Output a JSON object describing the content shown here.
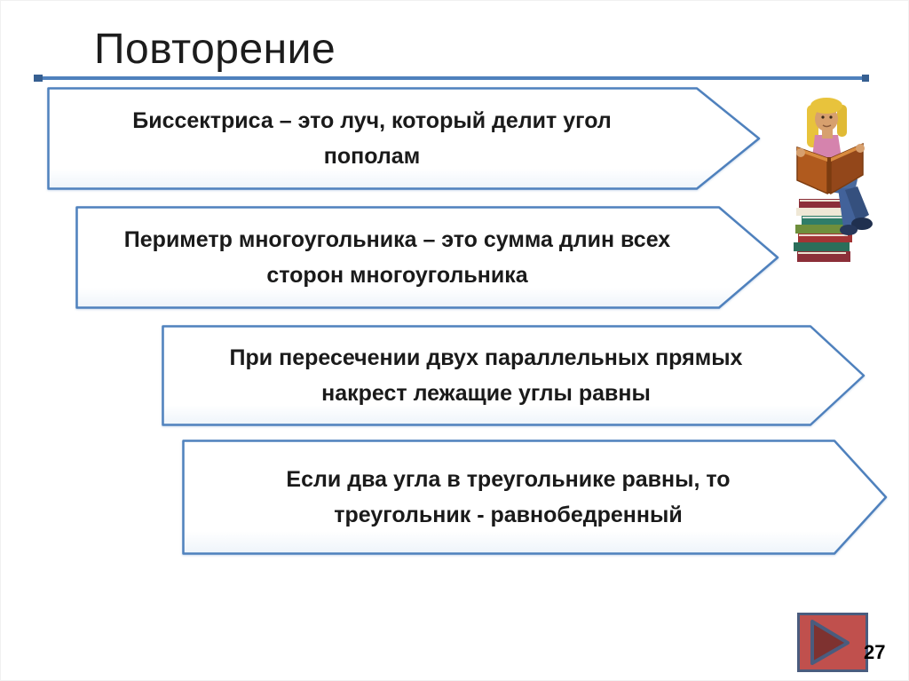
{
  "slide": {
    "title": "Повторение",
    "page_number": "27"
  },
  "boxes": [
    {
      "text": "Биссектриса – это луч, который делит угол пополам"
    },
    {
      "text": "Периметр многоугольника – это сумма длин всех сторон многоугольника"
    },
    {
      "text": "При пересечении двух параллельных прямых накрест лежащие углы равны"
    },
    {
      "text": "Если два угла в треугольнике равны, то треугольник - равнобедренный"
    }
  ],
  "icons": {
    "girl_clipart": "girl-reading-book-sitting-on-stack-of-books",
    "nav_button_icon": "play-triangle-icon"
  },
  "colors": {
    "accent_blue": "#4f81bd",
    "accent_blue_dark": "#365f91",
    "title_text": "#1c1c1c",
    "box_text": "#1a1a1a",
    "button_fill": "#c0504d",
    "button_border": "#4a5c7e",
    "button_triangle": "#7e3230",
    "page_number": "#000000"
  }
}
